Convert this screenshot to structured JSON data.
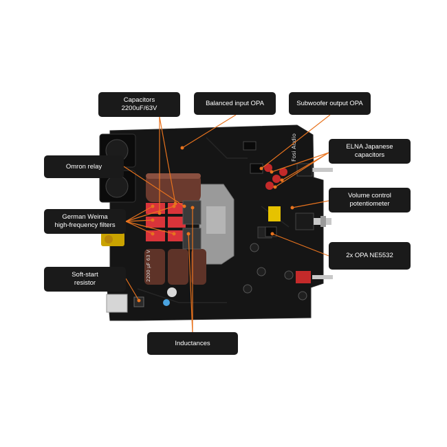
{
  "callouts": {
    "capacitors": {
      "line1": "Capacitors",
      "line2": "2200uF/63V"
    },
    "balanced_input_opa": {
      "line1": "Balanced input OPA"
    },
    "subwoofer_output_opa": {
      "line1": "Subwoofer output OPA"
    },
    "elna_capacitors": {
      "line1": "ELNA Japanese",
      "line2": "capacitors"
    },
    "omron_relay": {
      "line1": "Omron relay"
    },
    "volume_control": {
      "line1": "Volume control",
      "line2": "potentiometer"
    },
    "weima_filters": {
      "line1": "German Weima",
      "line2": "high-frequency filters"
    },
    "opa_ne5532": {
      "line1": "2x OPA NE5532"
    },
    "soft_start_resistor": {
      "line1": "Soft-start",
      "line2": "resistor"
    },
    "inductances": {
      "line1": "Inductances"
    }
  },
  "board": {
    "brand_text": "Fosi Audio",
    "capacitor_marking": "2200 μF 63 V"
  },
  "colors": {
    "label_bg": "#1a1a1a",
    "pointer": "#e8731e",
    "board": "#141414",
    "capacitor": "#6b3a2e",
    "weima": "#d9343a"
  }
}
